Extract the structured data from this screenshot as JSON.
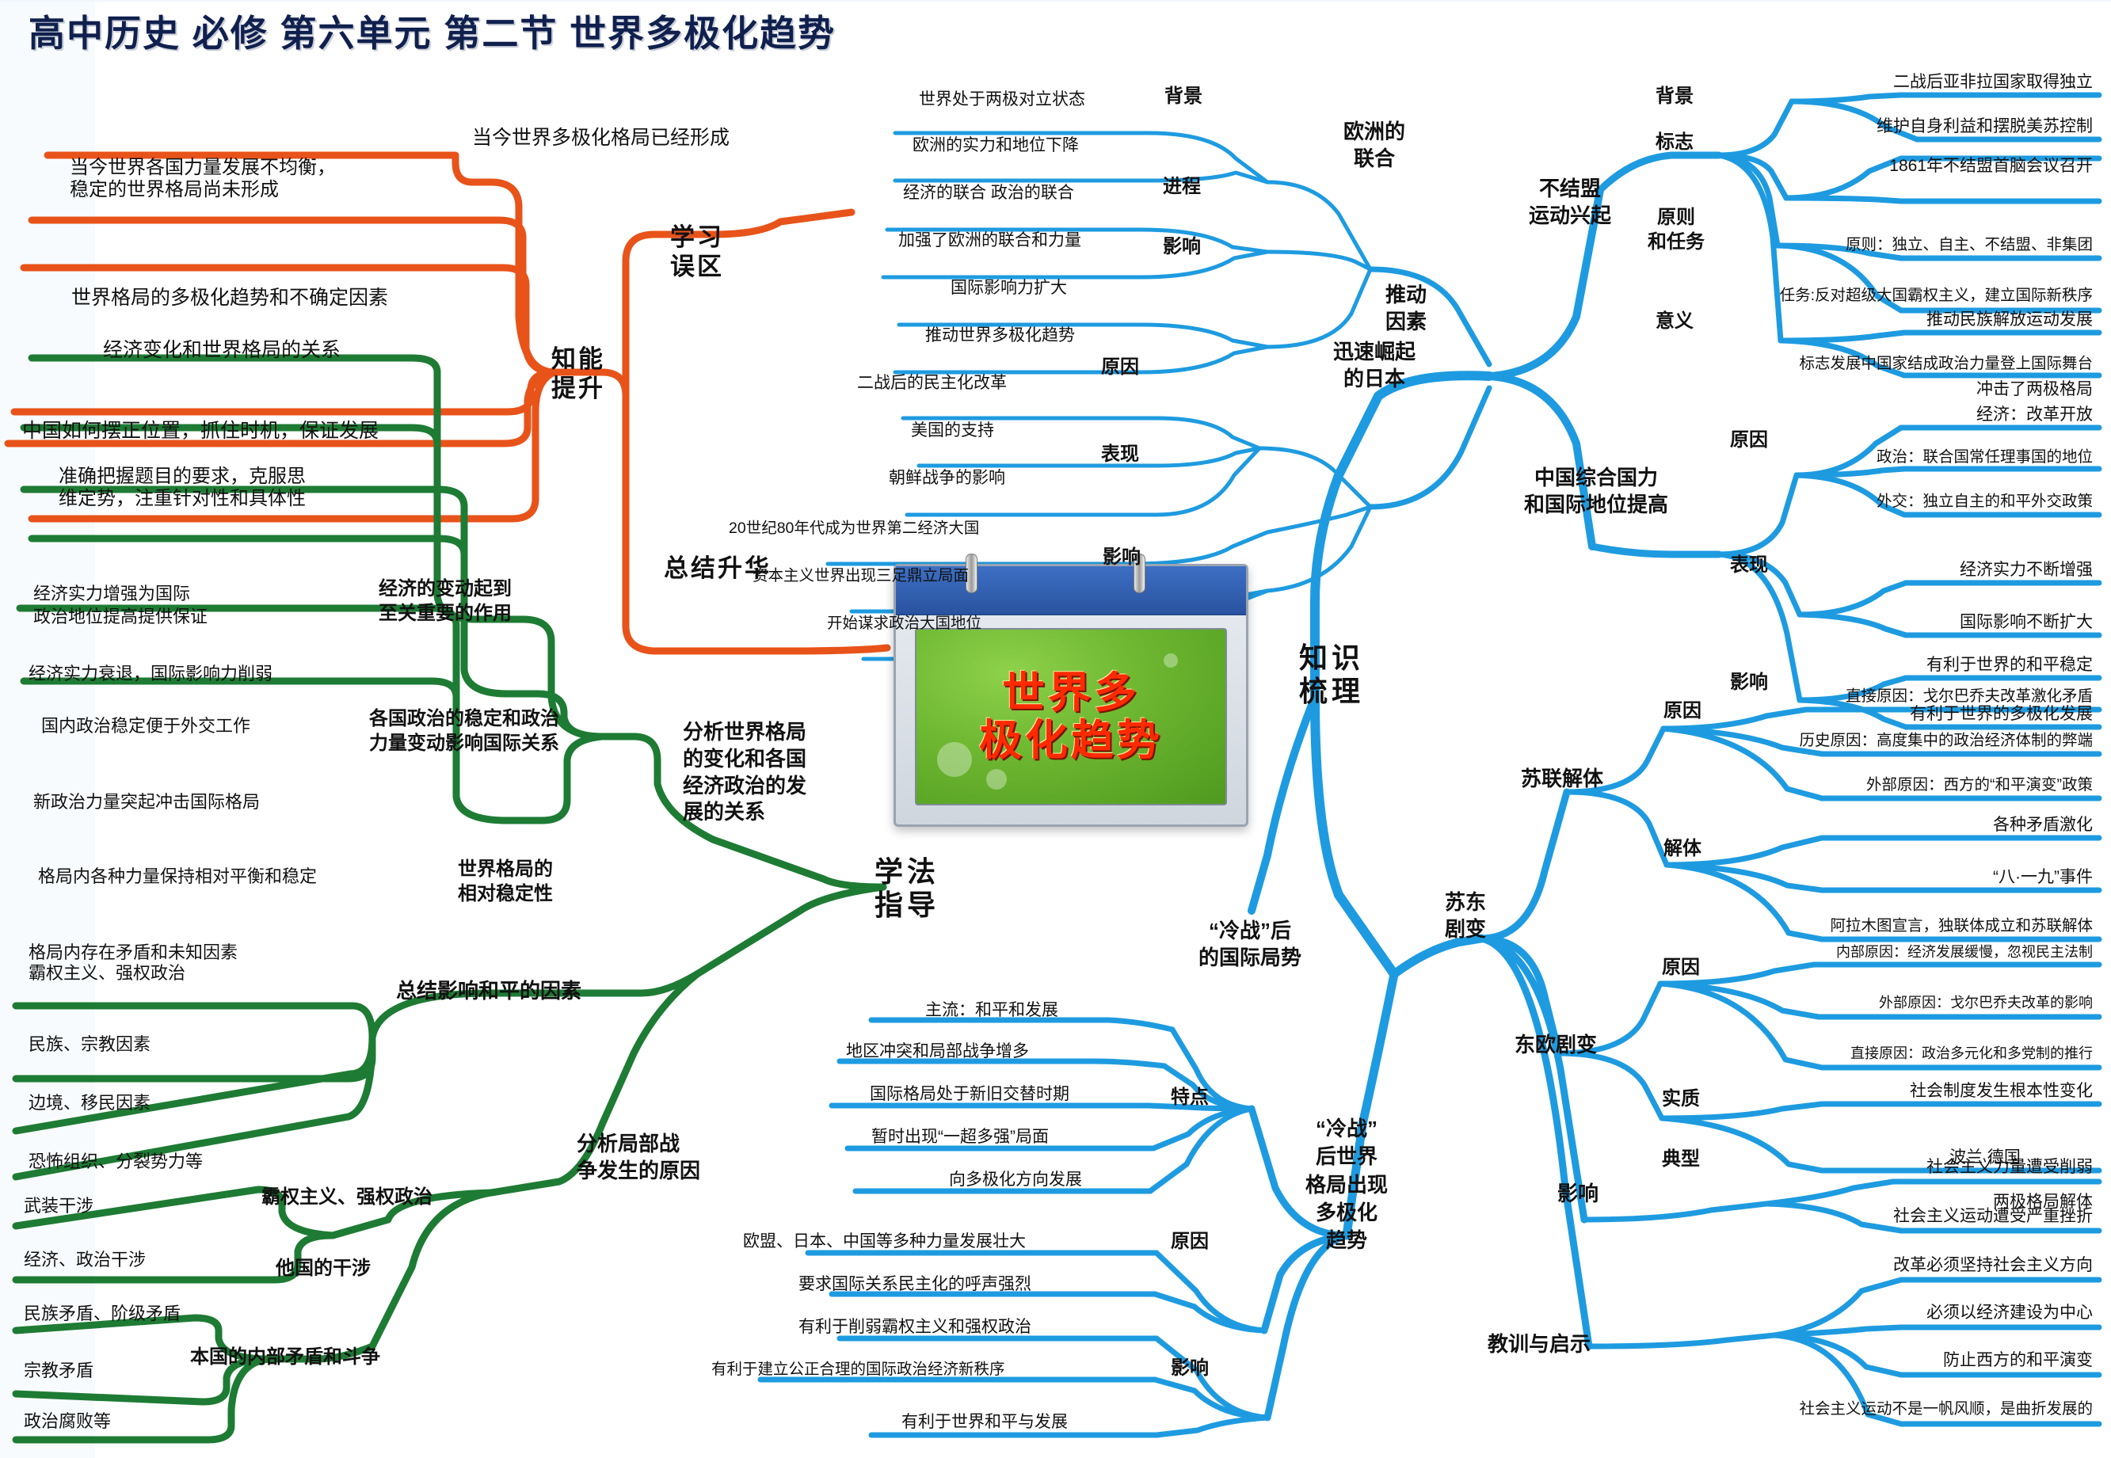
{
  "title": "高中历史  必修  第六单元   第二节  世界多极化趋势",
  "center": {
    "line1": "世界多",
    "line2": "极化趋势"
  },
  "hubs": {
    "zhishi": "知识\n梳理",
    "zhishi_l1": "知识",
    "zhishi_l2": "梳理",
    "xuefa_l1": "学法",
    "xuefa_l2": "指导",
    "zhineng_l1": "知能",
    "zhineng_l2": "提升",
    "wuqu_l1": "学习",
    "wuqu_l2": "误区",
    "zongjie": "总结升华"
  },
  "orange": {
    "top_note": "当今世界多极化格局已经形成",
    "items": [
      "当今世界各国力量发展不均衡，\n稳定的世界格局尚未形成",
      "世界格局的多极化趋势和不确定因素",
      "经济变化和世界格局的关系",
      "中国如何摆正位置，抓住时机，保证发展",
      "准确把握题目的要求，克服思\n维定势，注重针对性和具体性"
    ],
    "item0_l1": "当今世界各国力量发展不均衡，",
    "item0_l2": "稳定的世界格局尚未形成",
    "item1": "世界格局的多极化趋势和不确定因素",
    "item2": "经济变化和世界格局的关系",
    "item3": "中国如何摆正位置，抓住时机，保证发展",
    "item4_l1": "准确把握题目的要求，克服思",
    "item4_l2": "维定势，注重针对性和具体性",
    "color": "#E8531A"
  },
  "green": {
    "color": "#1E7B34",
    "main_branch_l1": "分析世界格局",
    "main_branch_l2": "的变化和各国",
    "main_branch_l3": "经济政治的发",
    "main_branch_l4": "展的关系",
    "sub1_l1": "经济的变动起到",
    "sub1_l2": "至关重要的作用",
    "sub1_leaf_l1": "经济实力增强为国际",
    "sub1_leaf_l2": "政治地位提高提供保证",
    "sub1_leaf2": "经济实力衰退，国际影响力削弱",
    "sub2_l1": "各国政治的稳定和政治",
    "sub2_l2": "力量变动影响国际关系",
    "sub2_leaf1": "国内政治稳定便于外交工作",
    "sub2_leaf2": "新政治力量突起冲击国际格局",
    "sub3_l1": "世界格局的",
    "sub3_l2": "相对稳定性",
    "sub3_leaf1": "格局内各种力量保持相对平衡和稳定",
    "sub3_leaf2": "格局内存在矛盾和未知因素",
    "peace_title": "总结影响和平的因素",
    "peace_items": [
      "霸权主义、强权政治",
      "民族、宗教因素",
      "边境、移民因素",
      "恐怖组织、分裂势力等"
    ],
    "war_title_l1": "分析局部战",
    "war_title_l2": "争发生的原因",
    "war_group1_title": "霸权主义、强权政治",
    "war_group2_title": "他国的干涉",
    "war_group3_title": "本国的内部矛盾和斗争",
    "war_items": [
      "武装干涉",
      "经济、政治干涉",
      "民族矛盾、阶级矛盾",
      "宗教矛盾",
      "政治腐败等"
    ]
  },
  "blue": {
    "color": "#1E9BE0",
    "europe": {
      "name_l1": "欧洲的",
      "name_l2": "联合",
      "cats": [
        "背景",
        "进程",
        "影响"
      ],
      "leaves_bg": [
        "世界处于两极对立状态",
        "欧洲的实力和地位下降"
      ],
      "leaves_jc": [
        "经济的联合   政治的联合",
        "加强了欧洲的联合和力量"
      ],
      "leaves_yx": [
        "国际影响力扩大",
        "推动世界多极化趋势"
      ]
    },
    "japan": {
      "name_l1": "迅速崛起",
      "name_l2": "的日本",
      "cats": [
        "原因",
        "表现",
        "影响"
      ],
      "leaves_yy": [
        "二战后的民主化改革",
        "美国的支持",
        "朝鲜战争的影响"
      ],
      "leaves_bx": [
        "20世纪80年代成为世界第二经济大国"
      ],
      "leaves_yx": [
        "资本主义世界出现三足鼎立局面",
        "开始谋求政治大国地位"
      ]
    },
    "tuidong_l1": "推动",
    "tuidong_l2": "因素",
    "nonalign": {
      "name_l1": "不结盟",
      "name_l2": "运动兴起",
      "cats": [
        "背景",
        "标志",
        "原则\n和任务",
        "意义"
      ],
      "cat2_l1": "原则",
      "cat2_l2": "和任务",
      "leaves_bg": [
        "二战后亚非拉国家取得独立",
        "维护自身利益和摆脱美苏控制"
      ],
      "leaves_bz": [
        "1861年不结盟首脑会议召开"
      ],
      "leaves_yz": [
        "原则：独立、自主、不结盟、非集团",
        "任务:反对超级大国霸权主义，建立国际新秩序"
      ],
      "leaves_yy": [
        "推动民族解放运动发展",
        "标志发展中国家结成政治力量登上国际舞台",
        "冲击了两极格局"
      ]
    },
    "china": {
      "name_l1": "中国综合国力",
      "name_l2": "和国际地位提高",
      "cats": [
        "原因",
        "表现",
        "影响"
      ],
      "leaves_yy": [
        "经济：改革开放",
        "政治：联合国常任理事国的地位",
        "外交：独立自主的和平外交政策"
      ],
      "leaves_bx": [
        "经济实力不断增强",
        "国际影响不断扩大"
      ],
      "leaves_yx": [
        "有利于世界的和平稳定",
        "有利于世界的多极化发展"
      ]
    },
    "sudong": {
      "name_l1": "苏东",
      "name_l2": "剧变"
    },
    "ussr": {
      "name": "苏联解体",
      "cats": [
        "原因",
        "解体"
      ],
      "leaves_yy": [
        "直接原因：戈尔巴乔夫改革激化矛盾",
        "历史原因：高度集中的政治经济体制的弊端",
        "外部原因：西方的“和平演变”政策"
      ],
      "leaves_jt": [
        "各种矛盾激化",
        "“八·一九”事件",
        "阿拉木图宣言，独联体成立和苏联解体"
      ]
    },
    "easteu": {
      "name": "东欧剧变",
      "cats": [
        "原因",
        "实质",
        "典型"
      ],
      "leaves_yy": [
        "内部原因：经济发展缓慢，忽视民主法制",
        "外部原因：戈尔巴乔夫改革的影响",
        "直接原因：政治多元化和多党制的推行"
      ],
      "leaves_sz": [
        "社会制度发生根本性变化"
      ],
      "leaves_dx": [
        "波兰          德国",
        "两极格局解体"
      ]
    },
    "impact": {
      "cat": "影响",
      "leaves": [
        "社会主义力量遭受削弱",
        "社会主义运动遭受严重挫折"
      ]
    },
    "lesson": {
      "cat": "教训与启示",
      "leaves": [
        "改革必须坚持社会主义方向",
        "必须以经济建设为中心",
        "防止西方的和平演变",
        "社会主义运动不是一帆风顺，是曲折发展的"
      ]
    },
    "coldwar": {
      "name_l1": "“冷战”后",
      "name_l2": "的国际局势"
    },
    "postcold": {
      "name_l1": "“冷战”",
      "name_l2": "后世界",
      "name_l3": "格局出现",
      "name_l4": "多极化",
      "name_l5": "趋势",
      "cats": [
        "特点",
        "原因",
        "影响"
      ],
      "leaves_td": [
        "主流：和平和发展",
        "地区冲突和局部战争增多",
        "国际格局处于新旧交替时期",
        "暂时出现“一超多强”局面",
        "向多极化方向发展"
      ],
      "leaves_yy": [
        "欧盟、日本、中国等多种力量发展壮大",
        "要求国际关系民主化的呼声强烈"
      ],
      "leaves_yx": [
        "有利于削弱霸权主义和强权政治",
        "有利于建立公正合理的国际政治经济新秩序",
        "有利于世界和平与发展"
      ]
    }
  }
}
